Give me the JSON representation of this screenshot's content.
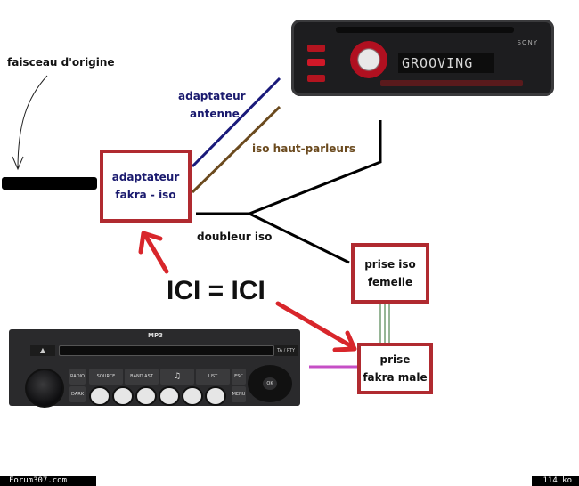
{
  "labels": {
    "faisceau": "faisceau d'origine",
    "adaptateur_antenne_line1": "adaptateur",
    "adaptateur_antenne_line2": "antenne",
    "iso_haut_parleurs": "iso haut-parleurs",
    "doubleur_iso": "doubleur iso",
    "ici": "ICI = ICI"
  },
  "boxes": {
    "adaptateur_fakra_iso": {
      "line1": "adaptateur",
      "line2": "fakra - iso"
    },
    "prise_iso_femelle": {
      "line1": "prise iso",
      "line2": "femelle"
    },
    "prise_fakra_male": {
      "line1": "prise",
      "line2": "fakra male"
    }
  },
  "aftermarket_radio": {
    "brand": "SONY",
    "display_text": "GROOVING"
  },
  "factory_radio": {
    "top_label": "MP3",
    "eject": "▲",
    "ta_label": "TA / PTY",
    "buttons": [
      "SOURCE",
      "BAND AST",
      "♫",
      "LIST"
    ],
    "side_left": [
      "RADIO",
      "DARK"
    ],
    "side_right": [
      "ESC",
      "MENU"
    ],
    "ok_label": "OK"
  },
  "footer": {
    "site": "Forum307.com",
    "size": "114 ko"
  },
  "colors": {
    "box_border": "#b02a30",
    "arrow_red": "#d8262b",
    "antenna_wire": "#1a1a7a",
    "speaker_wire": "#6b4a1e",
    "iso_wire": "#000000",
    "green_wires": "#2e6b2e",
    "pink_wire": "#c64fc6",
    "text_navy": "#1a1a6e",
    "text_brown": "#6b4a1e"
  }
}
